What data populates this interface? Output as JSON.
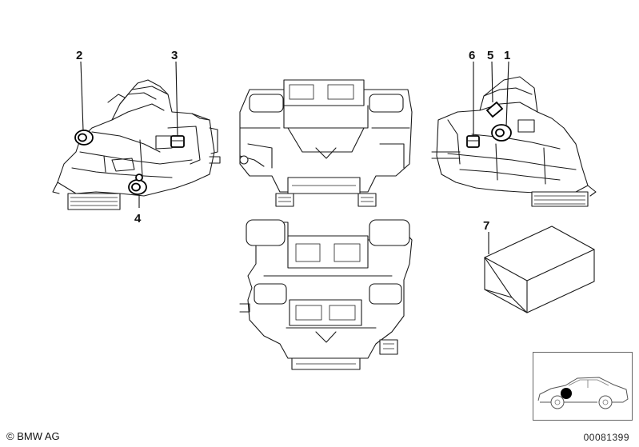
{
  "callouts": [
    {
      "id": "2",
      "label": "2"
    },
    {
      "id": "3",
      "label": "3"
    },
    {
      "id": "4",
      "label": "4"
    },
    {
      "id": "6",
      "label": "6"
    },
    {
      "id": "5",
      "label": "5"
    },
    {
      "id": "1",
      "label": "1"
    },
    {
      "id": "7",
      "label": "7"
    }
  ],
  "footer": {
    "copyright": "© BMW AG",
    "image_number": "00081399"
  }
}
